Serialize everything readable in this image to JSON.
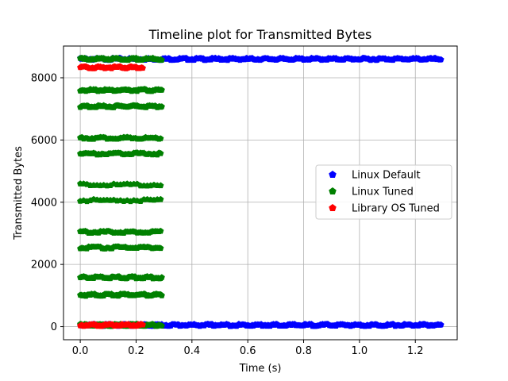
{
  "chart_data": {
    "type": "scatter",
    "title": "Timeline plot for Transmitted Bytes",
    "xlabel": "Time (s)",
    "ylabel": "Transmitted Bytes",
    "xlim": [
      -0.06,
      1.35
    ],
    "ylim": [
      -420,
      9020
    ],
    "xticks": [
      0.0,
      0.2,
      0.4,
      0.6,
      0.8,
      1.0,
      1.2
    ],
    "xtick_labels": [
      "0.0",
      "0.2",
      "0.4",
      "0.6",
      "0.8",
      "1.0",
      "1.2"
    ],
    "yticks": [
      0,
      2000,
      4000,
      6000,
      8000
    ],
    "ytick_labels": [
      "0",
      "2000",
      "4000",
      "6000",
      "8000"
    ],
    "grid": true,
    "legend_position": "right",
    "marker": "pentagon",
    "series": [
      {
        "name": "Linux Default",
        "color": "#0000ff",
        "bands": [
          {
            "y": 8600,
            "x_start": 0.0,
            "x_end": 1.29,
            "step": 0.004
          },
          {
            "y": 50,
            "x_start": 0.0,
            "x_end": 1.29,
            "step": 0.004
          }
        ]
      },
      {
        "name": "Linux Tuned",
        "color": "#008000",
        "bands": [
          {
            "y": 8600,
            "x_start": 0.0,
            "x_end": 0.29,
            "step": 0.004
          },
          {
            "y": 7600,
            "x_start": 0.0,
            "x_end": 0.29,
            "step": 0.004
          },
          {
            "y": 7080,
            "x_start": 0.0,
            "x_end": 0.29,
            "step": 0.004
          },
          {
            "y": 6060,
            "x_start": 0.0,
            "x_end": 0.29,
            "step": 0.006
          },
          {
            "y": 5560,
            "x_start": 0.0,
            "x_end": 0.29,
            "step": 0.006
          },
          {
            "y": 4560,
            "x_start": 0.0,
            "x_end": 0.29,
            "step": 0.012
          },
          {
            "y": 4060,
            "x_start": 0.0,
            "x_end": 0.29,
            "step": 0.012
          },
          {
            "y": 3040,
            "x_start": 0.0,
            "x_end": 0.29,
            "step": 0.006
          },
          {
            "y": 2540,
            "x_start": 0.0,
            "x_end": 0.29,
            "step": 0.006
          },
          {
            "y": 1580,
            "x_start": 0.0,
            "x_end": 0.29,
            "step": 0.004
          },
          {
            "y": 1020,
            "x_start": 0.0,
            "x_end": 0.29,
            "step": 0.004
          },
          {
            "y": 50,
            "x_start": 0.0,
            "x_end": 0.29,
            "step": 0.004
          }
        ]
      },
      {
        "name": "Library OS Tuned",
        "color": "#ff0000",
        "bands": [
          {
            "y": 8330,
            "x_start": 0.0,
            "x_end": 0.225,
            "step": 0.004
          },
          {
            "y": 50,
            "x_start": 0.0,
            "x_end": 0.225,
            "step": 0.004
          }
        ]
      }
    ]
  }
}
